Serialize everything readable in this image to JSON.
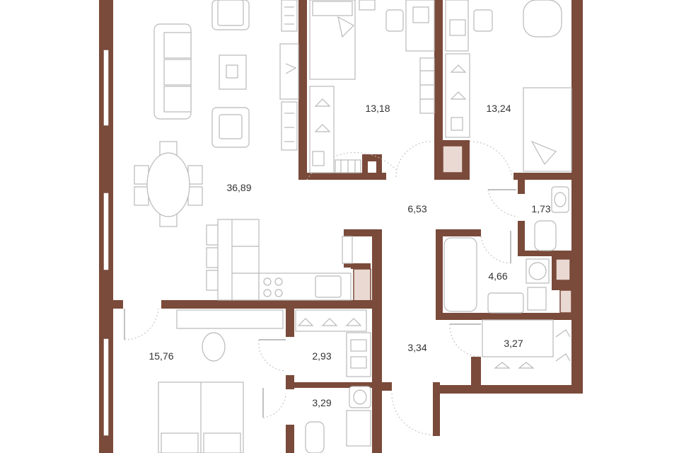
{
  "plan": {
    "colors": {
      "wall": "#7a4a3a",
      "furniture": "#b9b9b9",
      "label": "#333333"
    },
    "rooms": [
      {
        "id": "living-kitchen",
        "area": "36,89"
      },
      {
        "id": "bedroom-center",
        "area": "13,18"
      },
      {
        "id": "bedroom-right",
        "area": "13,24"
      },
      {
        "id": "hall",
        "area": "6,53"
      },
      {
        "id": "wc",
        "area": "1,73"
      },
      {
        "id": "bathroom",
        "area": "4,66"
      },
      {
        "id": "bedroom-bottom",
        "area": "15,76"
      },
      {
        "id": "wardrobe-center",
        "area": "2,93"
      },
      {
        "id": "corridor",
        "area": "3,34"
      },
      {
        "id": "wardrobe-right",
        "area": "3,27"
      },
      {
        "id": "shower-room",
        "area": "3,29"
      }
    ]
  }
}
